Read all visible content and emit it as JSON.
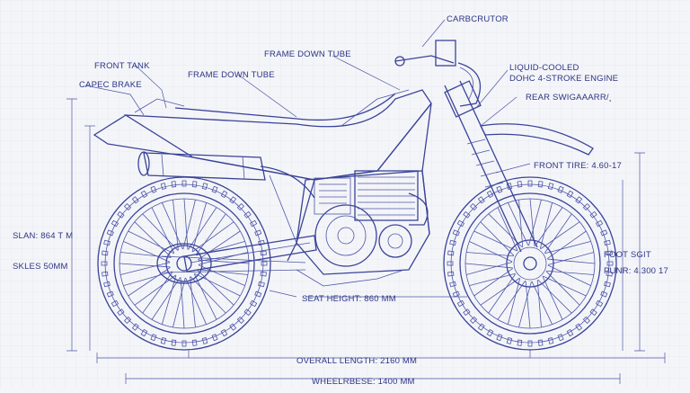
{
  "labels": {
    "carburetor": "CARBCRUTOR",
    "frame_down_tube_top": "FRAME DOWN TUBE",
    "front_tank": "FRONT TANK",
    "frame_down_tube_mid": "FRAME DOWN TUBE",
    "capec_brake": "CAPEC BRAKE",
    "engine_line1": "LIQUID-COOLED",
    "engine_line2": "DOHC 4-STROKE ENGINE",
    "rear_swingarm": "REAR SWIGAAARR/¸",
    "front_tire": "FRONT TIRE: 4.60-17",
    "seat_height": "SEAT HEIGHT:  860 MM",
    "overall_length": "OVERALL LENGTH: 2160 MM",
    "wheelbase": "WHEELRBESE: 1400 MM",
    "left_dim_1": "SLAN: 864 T M",
    "left_dim_2": "SKLES 50MM",
    "right_dim_1": "FOOT  SGIT",
    "right_dim_2": "PUNR: 4.300 17"
  },
  "colors": {
    "ink": "#3a4399",
    "paper": "#f4f5f8",
    "grid": "#dfe2ee"
  }
}
